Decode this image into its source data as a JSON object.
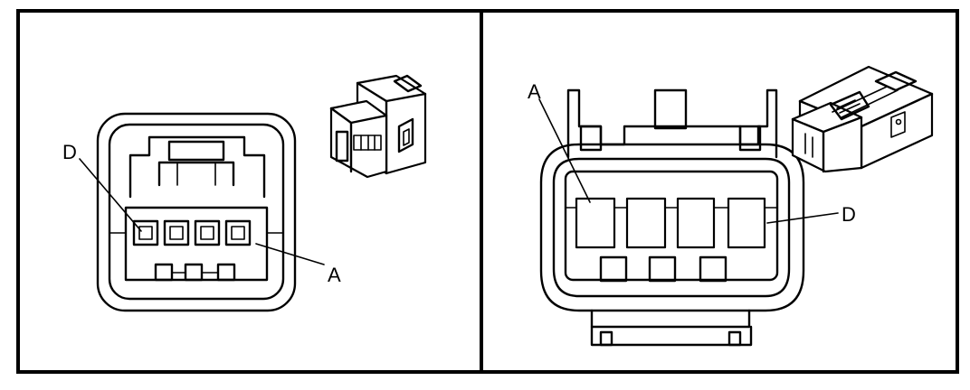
{
  "diagram": {
    "left_view": {
      "label_top": "D",
      "label_bottom": "A"
    },
    "right_view": {
      "label_left": "A",
      "label_right": "D"
    }
  }
}
